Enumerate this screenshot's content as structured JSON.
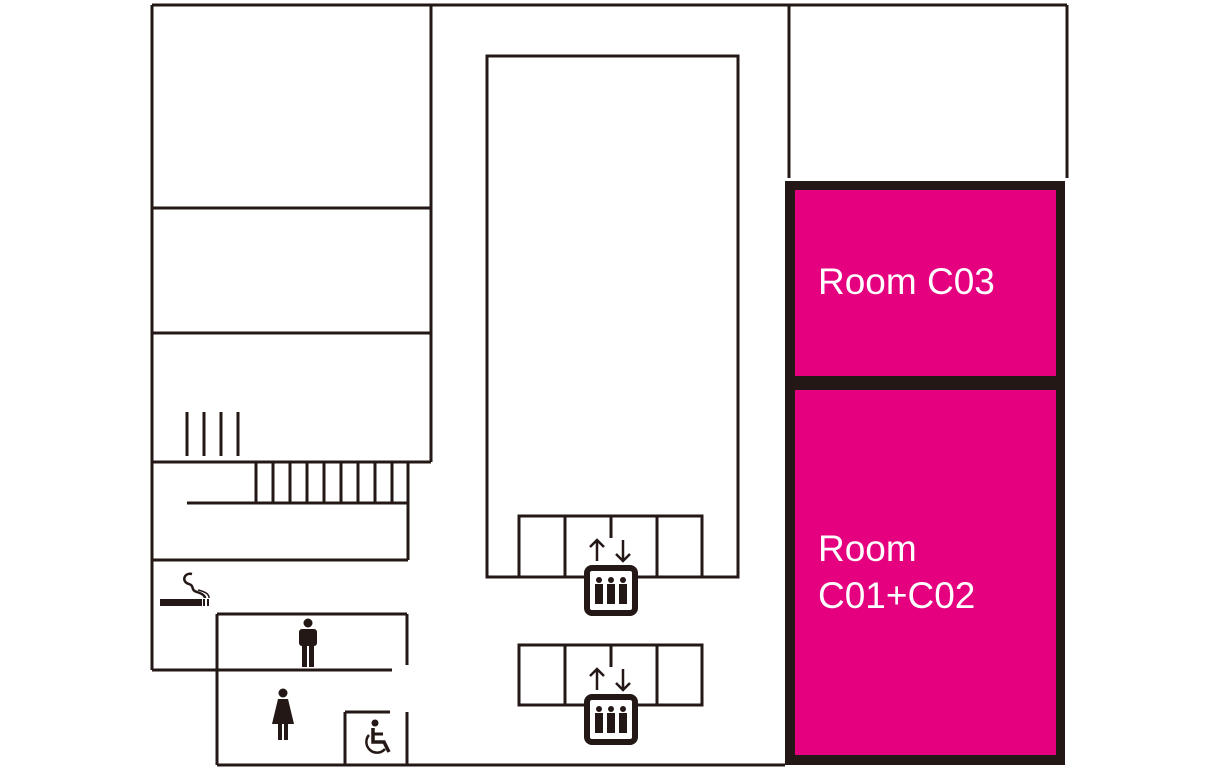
{
  "map": {
    "accent_color": "#E4007F",
    "wall_color": "#231815",
    "rooms": [
      {
        "id": "c03",
        "lines": [
          "Room C03"
        ]
      },
      {
        "id": "c01-c02",
        "lines": [
          "Room",
          "C01+C02"
        ]
      }
    ],
    "icons": [
      "smoking-area-icon",
      "mens-restroom-icon",
      "womens-restroom-icon",
      "accessible-restroom-icon",
      "elevator-icon",
      "elevator-icon"
    ]
  }
}
